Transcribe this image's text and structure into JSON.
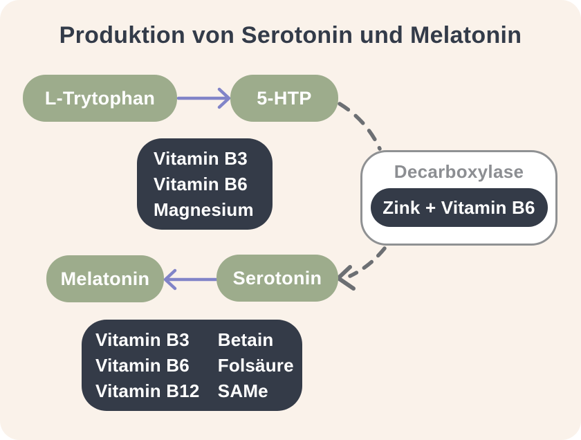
{
  "title": "Produktion von Serotonin und Melatonin",
  "colors": {
    "background": "#faf2ea",
    "outer_background": "#ffffff",
    "node_green": "#9dac8c",
    "dark_box": "#343b48",
    "arrow_purple": "#8184c8",
    "dashed_gray": "#6c6f73",
    "enzyme_border": "#8f9193",
    "enzyme_title_gray": "#8c8e92",
    "title_text": "#333b49",
    "node_text": "#ffffff"
  },
  "nodes": {
    "l_trytophan": {
      "label": "L-Trytophan"
    },
    "five_htp": {
      "label": "5-HTP"
    },
    "melatonin": {
      "label": "Melatonin"
    },
    "serotonin": {
      "label": "Serotonin"
    }
  },
  "cofactors_5htp": {
    "lines": [
      "Vitamin B3",
      "Vitamin B6",
      "Magnesium"
    ]
  },
  "enzyme": {
    "title": "Decarboxylase",
    "cofactor_pill": "Zink + Vitamin B6"
  },
  "cofactors_melatonin": {
    "col1": [
      "Vitamin B3",
      "Vitamin B6",
      "Vitamin B12"
    ],
    "col2": [
      "Betain",
      "Folsäure",
      "SAMe"
    ]
  }
}
